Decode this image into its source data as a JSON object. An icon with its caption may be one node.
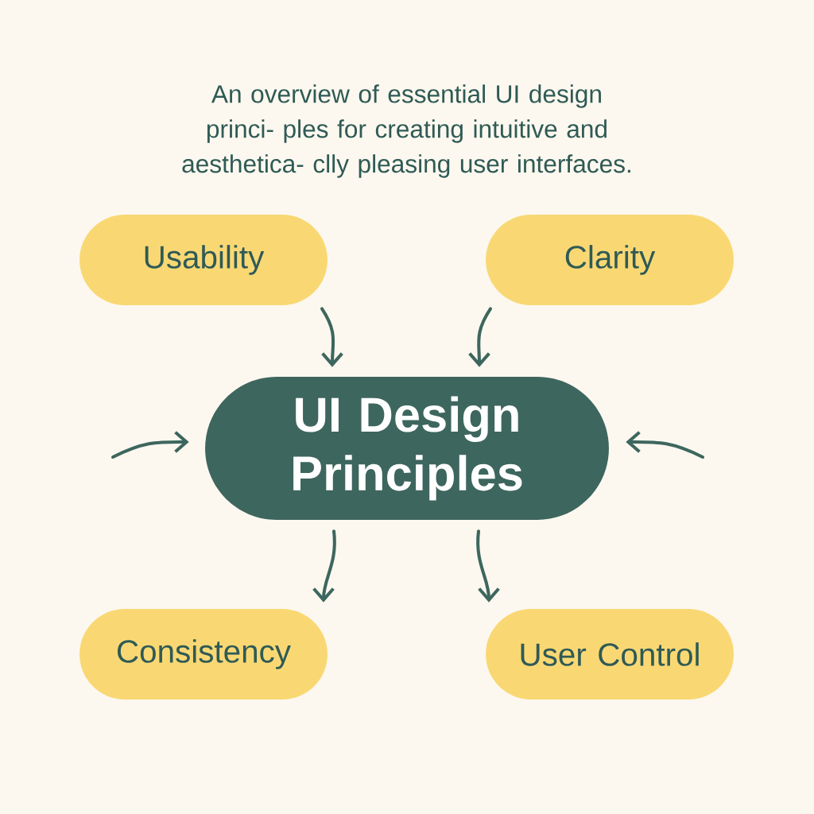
{
  "diagram": {
    "title": "An overview of essential UI design princi- ples for creating intuitive and aesthetica- clly pleasing user interfaces.",
    "nodes": [
      {
        "text": [
          "Usability"
        ]
      },
      {
        "text": [
          "Clarity"
        ]
      },
      {
        "text": [
          "UI Design Principles"
        ]
      },
      {
        "text": [
          "Consistency"
        ]
      },
      {
        "text": [
          "User Control"
        ]
      }
    ],
    "edges": [
      {
        "from": 0,
        "to": 2,
        "arrow": "to"
      },
      {
        "from": 1,
        "to": 2,
        "arrow": "to"
      },
      {
        "from": null,
        "to": 2,
        "arrow": "to"
      },
      {
        "from": null,
        "to": 2,
        "arrow": "to"
      },
      {
        "from": 2,
        "to": 3,
        "arrow": "to"
      },
      {
        "from": 2,
        "to": 4,
        "arrow": "to"
      }
    ]
  }
}
